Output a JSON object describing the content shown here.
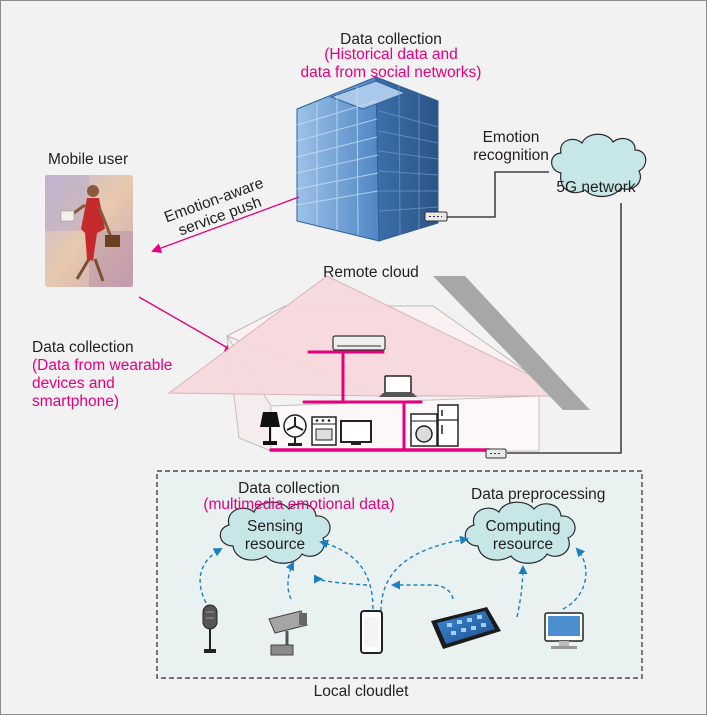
{
  "top": {
    "heading": "Data collection",
    "sub_line1": "(Historical data and",
    "sub_line2": "data from social networks)"
  },
  "remote_cloud": {
    "label": "Remote cloud"
  },
  "emotion_recognition": {
    "line1": "Emotion",
    "line2": "recognition"
  },
  "network": {
    "label": "5G network"
  },
  "mobile_user": {
    "label": "Mobile user"
  },
  "service_push": {
    "line1": "Emotion-aware",
    "line2": "service push"
  },
  "home_collection": {
    "heading": "Data collection",
    "sub_line1": "(Data from wearable",
    "sub_line2": "devices and",
    "sub_line3": "smartphone)"
  },
  "cloudlet": {
    "collection_heading": "Data collection",
    "collection_sub": "(multimedia emotional data)",
    "preprocessing": "Data preprocessing",
    "sensing_line1": "Sensing",
    "sensing_line2": "resource",
    "computing_line1": "Computing",
    "computing_line2": "resource",
    "label": "Local cloudlet"
  },
  "colors": {
    "accent": "#e6007e",
    "flow_arrow": "#1a7fc1",
    "cloud_fill": "#c6e6e8",
    "cloudlet_bg": "#eaf1f1",
    "roof": "#f6d9dd"
  },
  "icons": [
    "office-building-icon",
    "router-icon",
    "woman-walking-icon",
    "air-conditioner-icon",
    "laptop-icon",
    "lamp-icon",
    "fan-icon",
    "oven-icon",
    "tv-icon",
    "washing-machine-icon",
    "refrigerator-icon",
    "microphone-icon",
    "cctv-camera-icon",
    "smartphone-icon",
    "tablet-icon",
    "desktop-monitor-icon"
  ]
}
